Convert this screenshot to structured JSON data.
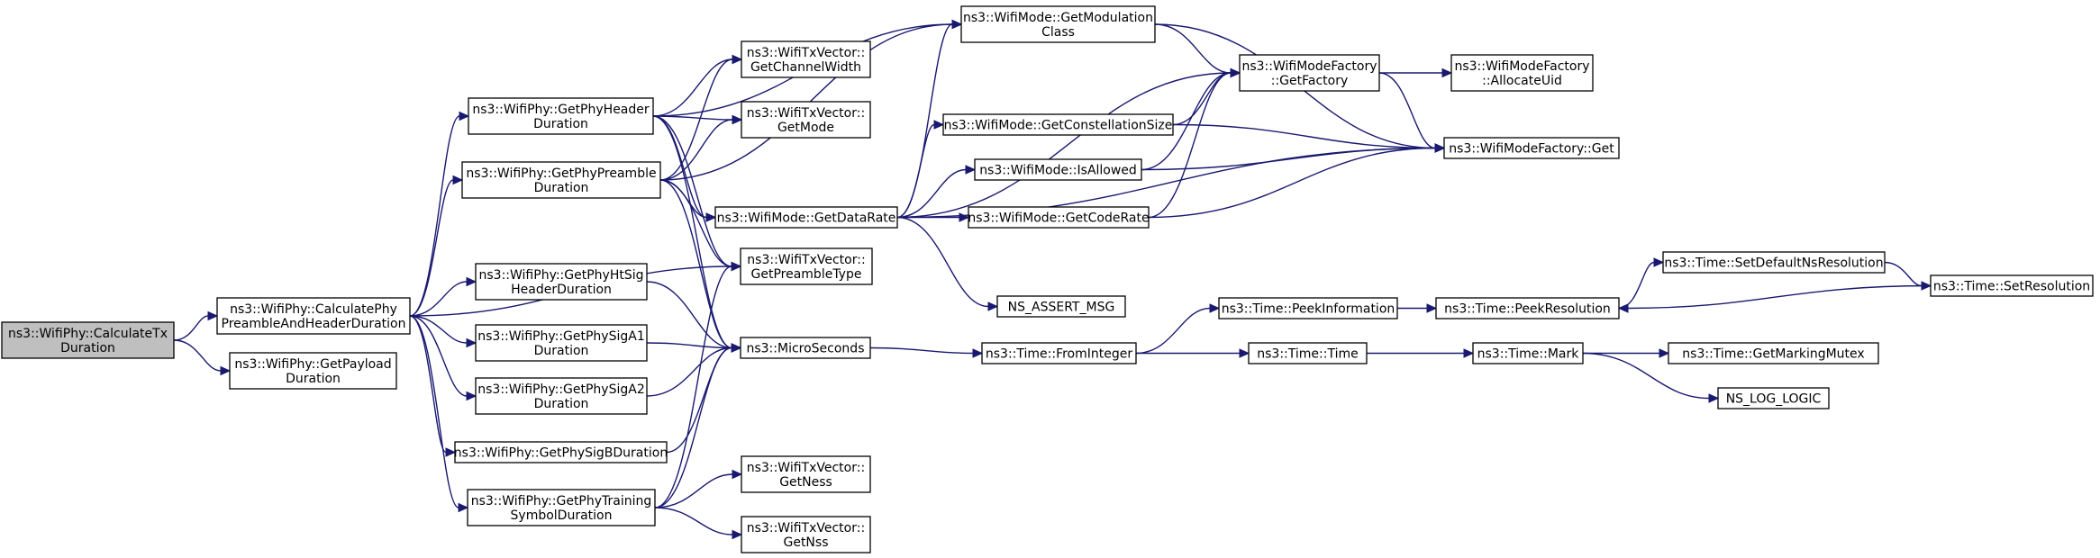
{
  "graph": {
    "title": "",
    "nodes": [
      {
        "id": "calcTx",
        "lines": [
          "ns3::WifiPhy::CalculateTx",
          "Duration"
        ],
        "highlight": true
      },
      {
        "id": "calcPreamble",
        "lines": [
          "ns3::WifiPhy::CalculatePhy",
          "PreambleAndHeaderDuration"
        ]
      },
      {
        "id": "getPayload",
        "lines": [
          "ns3::WifiPhy::GetPayload",
          "Duration"
        ]
      },
      {
        "id": "phyHeader",
        "lines": [
          "ns3::WifiPhy::GetPhyHeader",
          "Duration"
        ]
      },
      {
        "id": "phyPreamble",
        "lines": [
          "ns3::WifiPhy::GetPhyPreamble",
          "Duration"
        ]
      },
      {
        "id": "htSig",
        "lines": [
          "ns3::WifiPhy::GetPhyHtSig",
          "HeaderDuration"
        ]
      },
      {
        "id": "sigA1",
        "lines": [
          "ns3::WifiPhy::GetPhySigA1",
          "Duration"
        ]
      },
      {
        "id": "sigA2",
        "lines": [
          "ns3::WifiPhy::GetPhySigA2",
          "Duration"
        ]
      },
      {
        "id": "sigB",
        "lines": [
          "ns3::WifiPhy::GetPhySigBDuration"
        ]
      },
      {
        "id": "training",
        "lines": [
          "ns3::WifiPhy::GetPhyTraining",
          "SymbolDuration"
        ]
      },
      {
        "id": "chanWidth",
        "lines": [
          "ns3::WifiTxVector::",
          "GetChannelWidth"
        ]
      },
      {
        "id": "txMode",
        "lines": [
          "ns3::WifiTxVector::",
          "GetMode"
        ]
      },
      {
        "id": "preambleType",
        "lines": [
          "ns3::WifiTxVector::",
          "GetPreambleType"
        ]
      },
      {
        "id": "micro",
        "lines": [
          "ns3::MicroSeconds"
        ]
      },
      {
        "id": "ness",
        "lines": [
          "ns3::WifiTxVector::",
          "GetNess"
        ]
      },
      {
        "id": "nss",
        "lines": [
          "ns3::WifiTxVector::",
          "GetNss"
        ]
      },
      {
        "id": "modClass",
        "lines": [
          "ns3::WifiMode::GetModulation",
          "Class"
        ]
      },
      {
        "id": "constSize",
        "lines": [
          "ns3::WifiMode::GetConstellationSize"
        ]
      },
      {
        "id": "isAllowed",
        "lines": [
          "ns3::WifiMode::IsAllowed"
        ]
      },
      {
        "id": "dataRate",
        "lines": [
          "ns3::WifiMode::GetDataRate"
        ]
      },
      {
        "id": "codeRate",
        "lines": [
          "ns3::WifiMode::GetCodeRate"
        ]
      },
      {
        "id": "assertMsg",
        "lines": [
          "NS_ASSERT_MSG"
        ]
      },
      {
        "id": "getFactory",
        "lines": [
          "ns3::WifiModeFactory",
          "::GetFactory"
        ]
      },
      {
        "id": "allocUid",
        "lines": [
          "ns3::WifiModeFactory",
          "::AllocateUid"
        ]
      },
      {
        "id": "factoryGet",
        "lines": [
          "ns3::WifiModeFactory::Get"
        ]
      },
      {
        "id": "fromInteger",
        "lines": [
          "ns3::Time::FromInteger"
        ]
      },
      {
        "id": "peekInfo",
        "lines": [
          "ns3::Time::PeekInformation"
        ]
      },
      {
        "id": "timeTime",
        "lines": [
          "ns3::Time::Time"
        ]
      },
      {
        "id": "peekRes",
        "lines": [
          "ns3::Time::PeekResolution"
        ]
      },
      {
        "id": "mark",
        "lines": [
          "ns3::Time::Mark"
        ]
      },
      {
        "id": "setDefault",
        "lines": [
          "ns3::Time::SetDefaultNsResolution"
        ]
      },
      {
        "id": "setRes",
        "lines": [
          "ns3::Time::SetResolution"
        ]
      },
      {
        "id": "markMutex",
        "lines": [
          "ns3::Time::GetMarkingMutex"
        ]
      },
      {
        "id": "logLogic",
        "lines": [
          "NS_LOG_LOGIC"
        ]
      }
    ],
    "edges": [
      [
        "calcTx",
        "calcPreamble"
      ],
      [
        "calcTx",
        "getPayload"
      ],
      [
        "calcPreamble",
        "phyHeader"
      ],
      [
        "calcPreamble",
        "phyPreamble"
      ],
      [
        "calcPreamble",
        "preambleType"
      ],
      [
        "calcPreamble",
        "htSig"
      ],
      [
        "calcPreamble",
        "sigA1"
      ],
      [
        "calcPreamble",
        "sigA2"
      ],
      [
        "calcPreamble",
        "sigB"
      ],
      [
        "calcPreamble",
        "training"
      ],
      [
        "phyHeader",
        "modClass"
      ],
      [
        "phyHeader",
        "chanWidth"
      ],
      [
        "phyHeader",
        "txMode"
      ],
      [
        "phyHeader",
        "dataRate"
      ],
      [
        "phyHeader",
        "preambleType"
      ],
      [
        "phyHeader",
        "micro"
      ],
      [
        "phyPreamble",
        "chanWidth"
      ],
      [
        "phyPreamble",
        "txMode"
      ],
      [
        "phyPreamble",
        "dataRate"
      ],
      [
        "phyPreamble",
        "modClass"
      ],
      [
        "phyPreamble",
        "preambleType"
      ],
      [
        "phyPreamble",
        "micro"
      ],
      [
        "htSig",
        "micro"
      ],
      [
        "sigA1",
        "micro"
      ],
      [
        "sigA2",
        "micro"
      ],
      [
        "sigB",
        "micro"
      ],
      [
        "training",
        "preambleType"
      ],
      [
        "training",
        "micro"
      ],
      [
        "training",
        "ness"
      ],
      [
        "training",
        "nss"
      ],
      [
        "dataRate",
        "modClass"
      ],
      [
        "dataRate",
        "constSize"
      ],
      [
        "dataRate",
        "isAllowed"
      ],
      [
        "dataRate",
        "codeRate"
      ],
      [
        "dataRate",
        "getFactory"
      ],
      [
        "dataRate",
        "factoryGet"
      ],
      [
        "dataRate",
        "assertMsg"
      ],
      [
        "modClass",
        "getFactory"
      ],
      [
        "modClass",
        "factoryGet"
      ],
      [
        "constSize",
        "getFactory"
      ],
      [
        "constSize",
        "factoryGet"
      ],
      [
        "isAllowed",
        "getFactory"
      ],
      [
        "isAllowed",
        "factoryGet"
      ],
      [
        "codeRate",
        "getFactory"
      ],
      [
        "codeRate",
        "factoryGet"
      ],
      [
        "getFactory",
        "allocUid"
      ],
      [
        "getFactory",
        "factoryGet"
      ],
      [
        "micro",
        "fromInteger"
      ],
      [
        "fromInteger",
        "peekInfo"
      ],
      [
        "fromInteger",
        "timeTime"
      ],
      [
        "peekInfo",
        "peekRes"
      ],
      [
        "timeTime",
        "mark"
      ],
      [
        "peekRes",
        "setDefault"
      ],
      [
        "setDefault",
        "setRes"
      ],
      [
        "setRes",
        "peekRes"
      ],
      [
        "mark",
        "markMutex"
      ],
      [
        "mark",
        "logLogic"
      ]
    ]
  }
}
